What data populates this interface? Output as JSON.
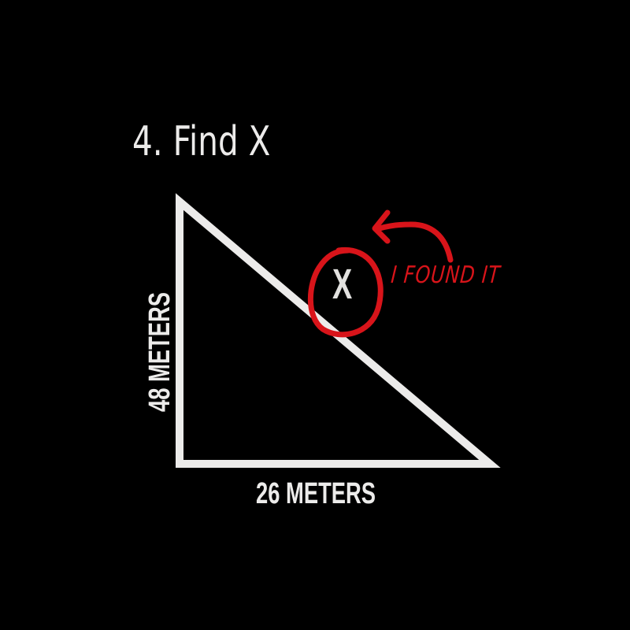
{
  "title": "4. Find X",
  "triangle": {
    "vertical_side_label": "48 METERS",
    "horizontal_side_label": "26 METERS",
    "unknown_label": "X"
  },
  "annotation": {
    "note": "I FOUND IT"
  },
  "colors": {
    "background": "#000000",
    "chalk": "#ecebea",
    "marker_red": "#d8141a"
  }
}
